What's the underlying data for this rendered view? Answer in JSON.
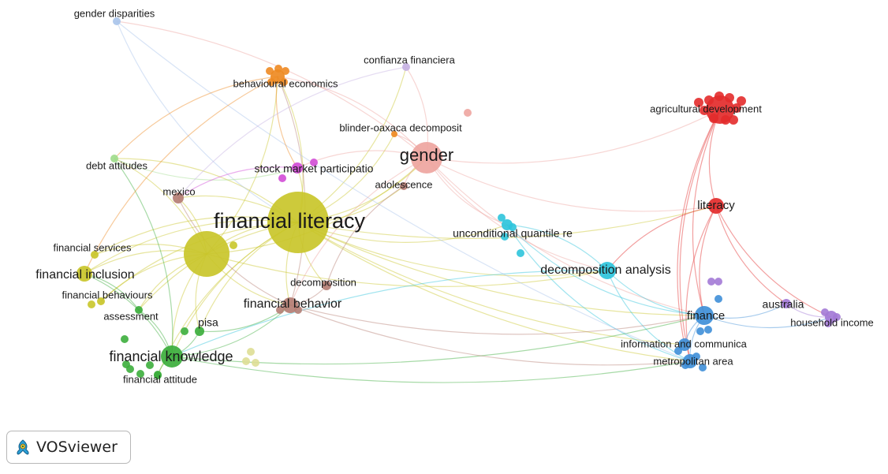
{
  "network": {
    "clusters": {
      "yellow": "#c9c62a",
      "lightyellow": "#dede95",
      "green": "#3cae3c",
      "red": "#e32b2b",
      "salmon": "#eea5a0",
      "blue": "#3f8fd8",
      "cyan": "#2ec4dc",
      "purple": "#a37ad6",
      "orange": "#ee8a22",
      "brown": "#b57e74",
      "magenta": "#d14cd6",
      "lightblue": "#a9c4ea",
      "lightgreen": "#9fdc8c",
      "lightpurple": "#c6b1e3"
    },
    "keywords": [
      {
        "id": "financial-literacy",
        "label": "financial literacy",
        "cluster": "yellow"
      },
      {
        "id": "financial-literacy-2",
        "label": "",
        "cluster": "yellow"
      },
      {
        "id": "gender",
        "label": "gender",
        "cluster": "salmon"
      },
      {
        "id": "financial-knowledge",
        "label": "financial knowledge",
        "cluster": "green"
      },
      {
        "id": "financial-inclusion",
        "label": "financial inclusion",
        "cluster": "yellow"
      },
      {
        "id": "financial-services",
        "label": "financial services",
        "cluster": "yellow"
      },
      {
        "id": "financial-behaviours",
        "label": "financial behaviours",
        "cluster": "yellow"
      },
      {
        "id": "financial-behavior",
        "label": "financial behavior",
        "cluster": "brown"
      },
      {
        "id": "decomposition",
        "label": "decomposition",
        "cluster": "brown"
      },
      {
        "id": "mexico",
        "label": "mexico",
        "cluster": "brown"
      },
      {
        "id": "debt-attitudes",
        "label": "debt attitudes",
        "cluster": "lightgreen"
      },
      {
        "id": "assessment",
        "label": "assessment",
        "cluster": "green"
      },
      {
        "id": "pisa",
        "label": "pisa",
        "cluster": "green"
      },
      {
        "id": "financial-attitude",
        "label": "financial attitude",
        "cluster": "green"
      },
      {
        "id": "gender-disparities",
        "label": "gender disparities",
        "cluster": "lightblue"
      },
      {
        "id": "behavioural-economics",
        "label": "behavioural economics",
        "cluster": "orange"
      },
      {
        "id": "confianza-financiera",
        "label": "confianza financiera",
        "cluster": "lightpurple"
      },
      {
        "id": "blinder-oaxaca",
        "label": "blinder-oaxaca decomposit",
        "cluster": "orange"
      },
      {
        "id": "stock-market",
        "label": "stock market participatio",
        "cluster": "magenta"
      },
      {
        "id": "adolescence",
        "label": "adolescence",
        "cluster": "brown"
      },
      {
        "id": "agricultural-development",
        "label": "agricultural development",
        "cluster": "red"
      },
      {
        "id": "literacy",
        "label": "literacy",
        "cluster": "red"
      },
      {
        "id": "unconditional-quantile",
        "label": "unconditional quantile re",
        "cluster": "cyan"
      },
      {
        "id": "decomposition-analysis",
        "label": "decomposition analysis",
        "cluster": "cyan"
      },
      {
        "id": "finance",
        "label": "finance",
        "cluster": "blue"
      },
      {
        "id": "information-communica",
        "label": "information and communica",
        "cluster": "blue"
      },
      {
        "id": "metropolitan-area",
        "label": "metropolitan area",
        "cluster": "blue"
      },
      {
        "id": "australia",
        "label": "australia",
        "cluster": "purple"
      },
      {
        "id": "household-income",
        "label": "household income",
        "cluster": "purple"
      }
    ]
  },
  "brand": {
    "name": "VOSviewer",
    "logo_icon": "vosviewer-logo-icon"
  }
}
